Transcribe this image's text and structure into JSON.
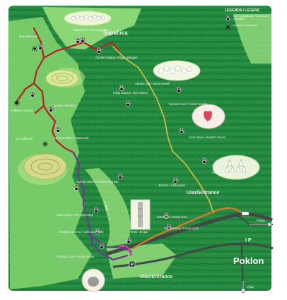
{
  "map": {
    "place_name": "Šapačica",
    "entrance_top": "Ulaz/Entrance",
    "entrance_bottom": "Ulaz/Entrance",
    "poklon_parking": "P",
    "poklon_name": "Poklon",
    "poklon_letters": "I P",
    "direction_top": "Trieste",
    "direction_bottom": "Vijaci",
    "trail_label": "Vrata"
  },
  "legend": {
    "title": "LEGENDA / LEGEND",
    "items": [
      {
        "icon": "handprint-icon",
        "text": "Igre i zanimljivosti / Games and curiosities"
      },
      {
        "icon": "sun-icon",
        "text": "Vidikovac / Viewpoint"
      }
    ]
  },
  "labels": [
    {
      "key": "l1",
      "text": "Šumski vrt / Forest garden"
    },
    {
      "key": "l2",
      "text": "Čarobni dijalog / Magic dialogue"
    },
    {
      "key": "l3",
      "text": "Mali vidikovac"
    },
    {
      "key": "l4",
      "text": "Ptičja stanica / Bird station"
    },
    {
      "key": "l5",
      "text": "Vijenac sita / Sieve wreath"
    },
    {
      "key": "l6",
      "text": "Šumski zvuci / Forest sounds"
    },
    {
      "key": "l7",
      "text": "Kuća lovca / Hunter's house"
    },
    {
      "key": "l8",
      "text": "Stablo srca / Heart tree"
    },
    {
      "key": "l9",
      "text": "Vidikovac Gorica"
    },
    {
      "key": "l10",
      "text": "Oci vidikovac"
    },
    {
      "key": "l11",
      "text": "Livada / Meadow"
    },
    {
      "key": "l12",
      "text": "Kamena staza / Stone trail"
    },
    {
      "key": "l13",
      "text": "Šumski labirint / Forest labyrinth"
    },
    {
      "key": "l14",
      "text": "Jezerce / Little pond"
    },
    {
      "key": "l15",
      "text": "Staze pulsa / The pulse trail"
    },
    {
      "key": "l16",
      "text": "Mačkova i šuma / Cats and forest"
    },
    {
      "key": "l17",
      "text": "Šumska kuća / Forest house"
    },
    {
      "key": "l18",
      "text": "Kamenjar / Rocky area"
    },
    {
      "key": "l19",
      "text": "Most / Bridge"
    },
    {
      "key": "l20",
      "text": "Šumski krug / Forest circle"
    }
  ],
  "colors": {
    "forest_dark": "#1d7a3a",
    "forest_mid": "#2f9747",
    "meadow": "#7ccd6a",
    "trail_red": "#b32525",
    "trail_purple": "#6a3a8a",
    "trail_yellow": "#c2bf46",
    "trail_orange": "#d9782a",
    "road": "#3f4a45"
  }
}
